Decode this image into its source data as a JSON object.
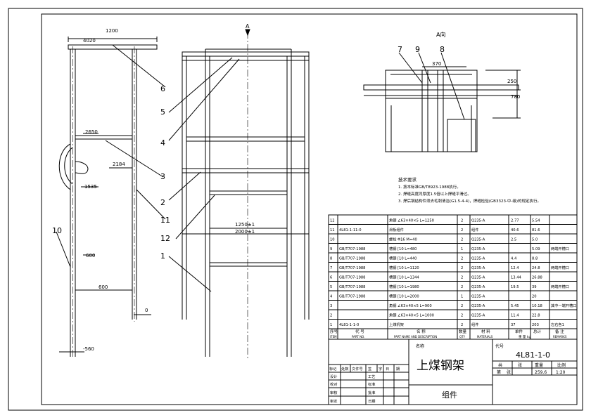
{
  "drawing": {
    "view_label_top": "A",
    "view_title_a": "A向",
    "dims": {
      "left_top_width": "1200",
      "left_top_elev": "4020",
      "elev_mid": "2650",
      "elev_2184": "2184",
      "elev_1535": "1535",
      "elev_600": "600",
      "width_600": "600",
      "elev_0": "0",
      "elev_minus": "-560",
      "inner_dim": "1250±1",
      "outer_dim": "2000±1",
      "aview_370": "370",
      "aview_250": "250",
      "aview_780": "780"
    },
    "balloons": {
      "b1": "1",
      "b2": "2",
      "b3": "3",
      "b4": "4",
      "b5": "5",
      "b6": "6",
      "b7": "7",
      "b8": "8",
      "b9": "9",
      "b10": "10",
      "b11": "11",
      "b12": "12"
    }
  },
  "notes": {
    "title": "技术要求",
    "lines": [
      "1. 按本标准GB/T8923-1988执行。",
      "2. 焊缝高度同厚度1.5倍以上焊缝平滑过。",
      "3. 焊后钢结构件须去毛刺清洁(G1.5-4-4)，焊缝检验(GB3323-中-级)的规定执行。"
    ]
  },
  "bom": {
    "rows": [
      {
        "no": "12",
        "code": "",
        "name": "角钢 ∠63×40×5 L=1250",
        "qty": "2",
        "mat": "Q235-A",
        "unit": "2.77",
        "total": "5.54",
        "note": ""
      },
      {
        "no": "11",
        "code": "4L81-1-11-0",
        "name": "滑板组件",
        "qty": "2",
        "mat": "组件",
        "unit": "40.6",
        "total": "81.6",
        "note": ""
      },
      {
        "no": "10",
        "code": "",
        "name": "螺栓 Φ16 M=40",
        "qty": "2",
        "mat": "Q235-A",
        "unit": "2.5",
        "total": "5.0",
        "note": ""
      },
      {
        "no": "9",
        "code": "GB/T707-1988",
        "name": "槽钢 [10 L=480",
        "qty": "1",
        "mat": "Q235-A",
        "unit": "",
        "total": "5.09",
        "note": "两端开槽口"
      },
      {
        "no": "8",
        "code": "GB/T707-1988",
        "name": "槽钢 [10 L=440",
        "qty": "2",
        "mat": "Q235-A",
        "unit": "4.4",
        "total": "8.8",
        "note": ""
      },
      {
        "no": "7",
        "code": "GB/T707-1988",
        "name": "槽钢 [10 L=1120",
        "qty": "2",
        "mat": "Q235-A",
        "unit": "12.4",
        "total": "24.8",
        "note": "两端开槽口"
      },
      {
        "no": "6",
        "code": "GB/T707-1988",
        "name": "槽钢 [10 L=1344",
        "qty": "2",
        "mat": "Q235-A",
        "unit": "13.44",
        "total": "26.88",
        "note": ""
      },
      {
        "no": "5",
        "code": "GB/T707-1988",
        "name": "槽钢 [10 L=1980",
        "qty": "2",
        "mat": "Q235-A",
        "unit": "19.5",
        "total": "39",
        "note": "两端开槽口"
      },
      {
        "no": "4",
        "code": "GB/T707-1988",
        "name": "槽钢 [10 L=2000",
        "qty": "1",
        "mat": "Q235-A",
        "unit": "",
        "total": "20",
        "note": ""
      },
      {
        "no": "3",
        "code": "",
        "name": "角钢 ∠63×40×5 L=900",
        "qty": "2",
        "mat": "Q235-A",
        "unit": "5.45",
        "total": "10.18",
        "note": "其中一端开槽口"
      },
      {
        "no": "2",
        "code": "",
        "name": "角钢 ∠63×40×5 L=1000",
        "qty": "2",
        "mat": "Q235-A",
        "unit": "11.4",
        "total": "22.8",
        "note": ""
      },
      {
        "no": "1",
        "code": "4L81-1-1-0",
        "name": "上煤机架",
        "qty": "2",
        "mat": "组件",
        "unit": "37",
        "total": "203",
        "note": "左右各1"
      }
    ],
    "header": {
      "no": "序号",
      "no_en": "ITEM",
      "code": "代 号",
      "code_en": "PART NO.",
      "name": "名 称",
      "name_en": "PART NAME AND DESCRIPTION",
      "qty": "数量",
      "qty_en": "QTY",
      "mat": "材 料",
      "mat_en": "MATERIALS",
      "unit": "单件",
      "total": "总计",
      "weight": "重 量 kg",
      "note": "备 注",
      "note_en": "REMARKS"
    }
  },
  "titleblock": {
    "title": "上煤钢架",
    "subtitle": "组件",
    "drawing_no_label": "代号",
    "drawing_no": "4L81-1-0",
    "material_label": "名称",
    "cols": [
      "共",
      "张",
      "重量",
      "比例"
    ],
    "sheet_label": "第",
    "sheet_label2": "张",
    "weight": "259.6",
    "scale": "1:20",
    "rev_headers": [
      "标记",
      "处数",
      "文件号",
      "签",
      "字",
      "日",
      "期"
    ],
    "role_labels": [
      "设计",
      "校对",
      "审核",
      "审定"
    ],
    "role_labels2": [
      "工艺",
      "标准",
      "批准",
      "日期"
    ]
  }
}
